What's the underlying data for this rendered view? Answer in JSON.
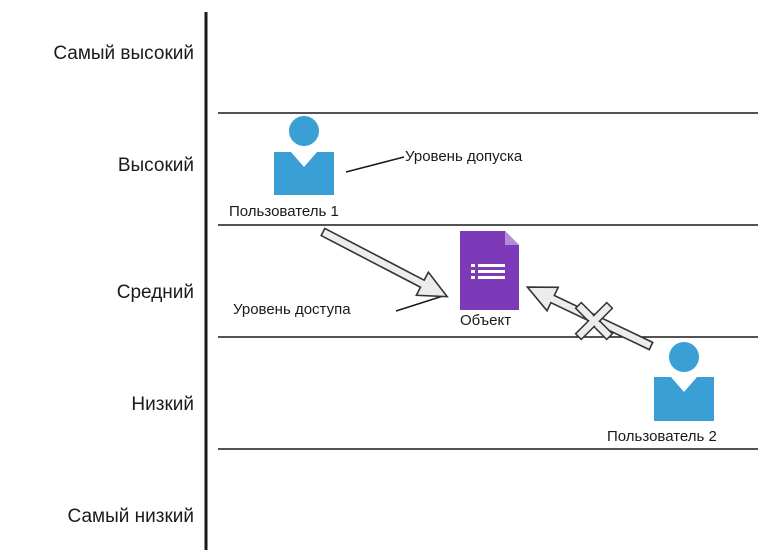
{
  "levels": [
    {
      "label": "Самый высокий"
    },
    {
      "label": "Высокий"
    },
    {
      "label": "Средний"
    },
    {
      "label": "Низкий"
    },
    {
      "label": "Самый низкий"
    }
  ],
  "user1": {
    "label": "Пользователь 1",
    "annotation": "Уровень допуска"
  },
  "object": {
    "label": "Объект",
    "annotation": "Уровень доступа"
  },
  "user2": {
    "label": "Пользователь 2"
  },
  "colors": {
    "user_icon": "#3a9fd5",
    "object_icon": "#7c3ab8",
    "object_fold": "#b58ad8",
    "lines": "#1a1a1a",
    "arrow_fill": "#ececec",
    "arrow_stroke": "#333333"
  },
  "icons": {
    "user": "person-icon",
    "object": "document-form-icon",
    "denied": "x-cross-icon"
  }
}
